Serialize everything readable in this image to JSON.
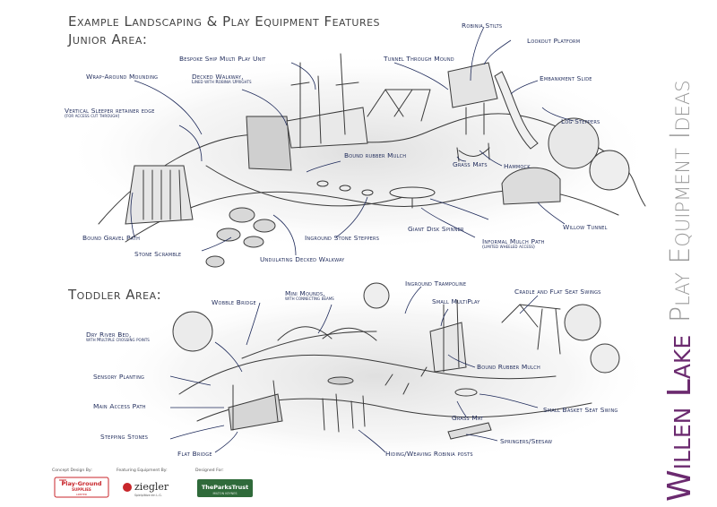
{
  "header": {
    "title": "Example Landscaping & Play Equipment Features",
    "junior_area": "Junior Area:",
    "toddler_area": "Toddler Area:"
  },
  "side": {
    "location": "Willen Lake",
    "subtitle": "Play Equipment Ideas",
    "location_color": "#6b2a6f",
    "subtitle_color": "#9a9a9a"
  },
  "junior": {
    "wrap_around_mounding": "Wrap-Around Mounding",
    "vertical_sleeper": "Vertical Sleeper retainer edge",
    "vertical_sleeper_note": "(for access cut through)",
    "bespoke_ship": "Bespoke Ship Multi Play Unit",
    "decked_walkway": "Decked Walkway,",
    "decked_walkway_note": "Lined with Robinia Uprights",
    "tunnel_through_mound": "Tunnel Through Mound",
    "robinia_stilts": "Robinia Stilts",
    "lookout_platform": "Lookout Platform",
    "embankment_slide": "Embankment Slide",
    "log_steppers": "Log Steppers",
    "bound_rubber_mulch": "Bound rubber Mulch",
    "grass_mats": "Grass Mats",
    "hammock": "Hammock",
    "willow_tunnel": "Willow Tunnel",
    "giant_disk_spinner": "Giant Disk Spinner",
    "informal_mulch_path": "Informal Mulch Path",
    "informal_mulch_path_note": "(limited wheeled access)",
    "inground_stone_steppers": "Inground Stone Steppers",
    "bound_gravel_path": "Bound Gravel Path",
    "stone_scramble": "Stone Scramble",
    "undulating_decked_walkway": "Undulating Decked Walkway"
  },
  "toddler": {
    "wobble_bridge": "Wobble Bridge",
    "mini_mounds": "Mini Mounds,",
    "mini_mounds_note": "with connecting beams",
    "inground_trampoline": "Inground Trampoline",
    "small_multiplay": "Small MultiPlay",
    "cradle_swings": "Cradle and Flat Seat Swings",
    "dry_river_bed": "Dry River Bed,",
    "dry_river_bed_note": "with Multiple crossing points",
    "sensory_planting": "Sensory Planting",
    "main_access_path": "Main Access Path",
    "stepping_stones": "Stepping Stones",
    "flat_bridge": "Flat Bridge",
    "bound_rubber_mulch": "Bound Rubber Mulch",
    "small_basket_swing": "Small Basket Seat Swing",
    "grass_mat": "Grass Mat",
    "springers_seesaw": "Springers/Seesaw",
    "hiding_posts": "Hiding/Weaving Robinia posts"
  },
  "footer": {
    "concept_design_by": "Concept Design By:",
    "featuring_equipment_by": "Featuring Equipment By:",
    "designed_for": "Designed For:",
    "logo_playground_line1": "Play-Ground",
    "logo_playground_line2": "SUPPLIES",
    "logo_playground_line3": "LIMITED",
    "logo_ziegler": "ziegler",
    "logo_ziegler_sub": "Spielplätze ein L.G.",
    "logo_parks_trust": "TheParksTrust",
    "logo_parks_trust_sub": "MILTON KEYNES"
  },
  "colors": {
    "label": "#1e2a5a",
    "ink": "#3a3a3a",
    "red": "#c8262b",
    "green": "#2f6a3a"
  }
}
